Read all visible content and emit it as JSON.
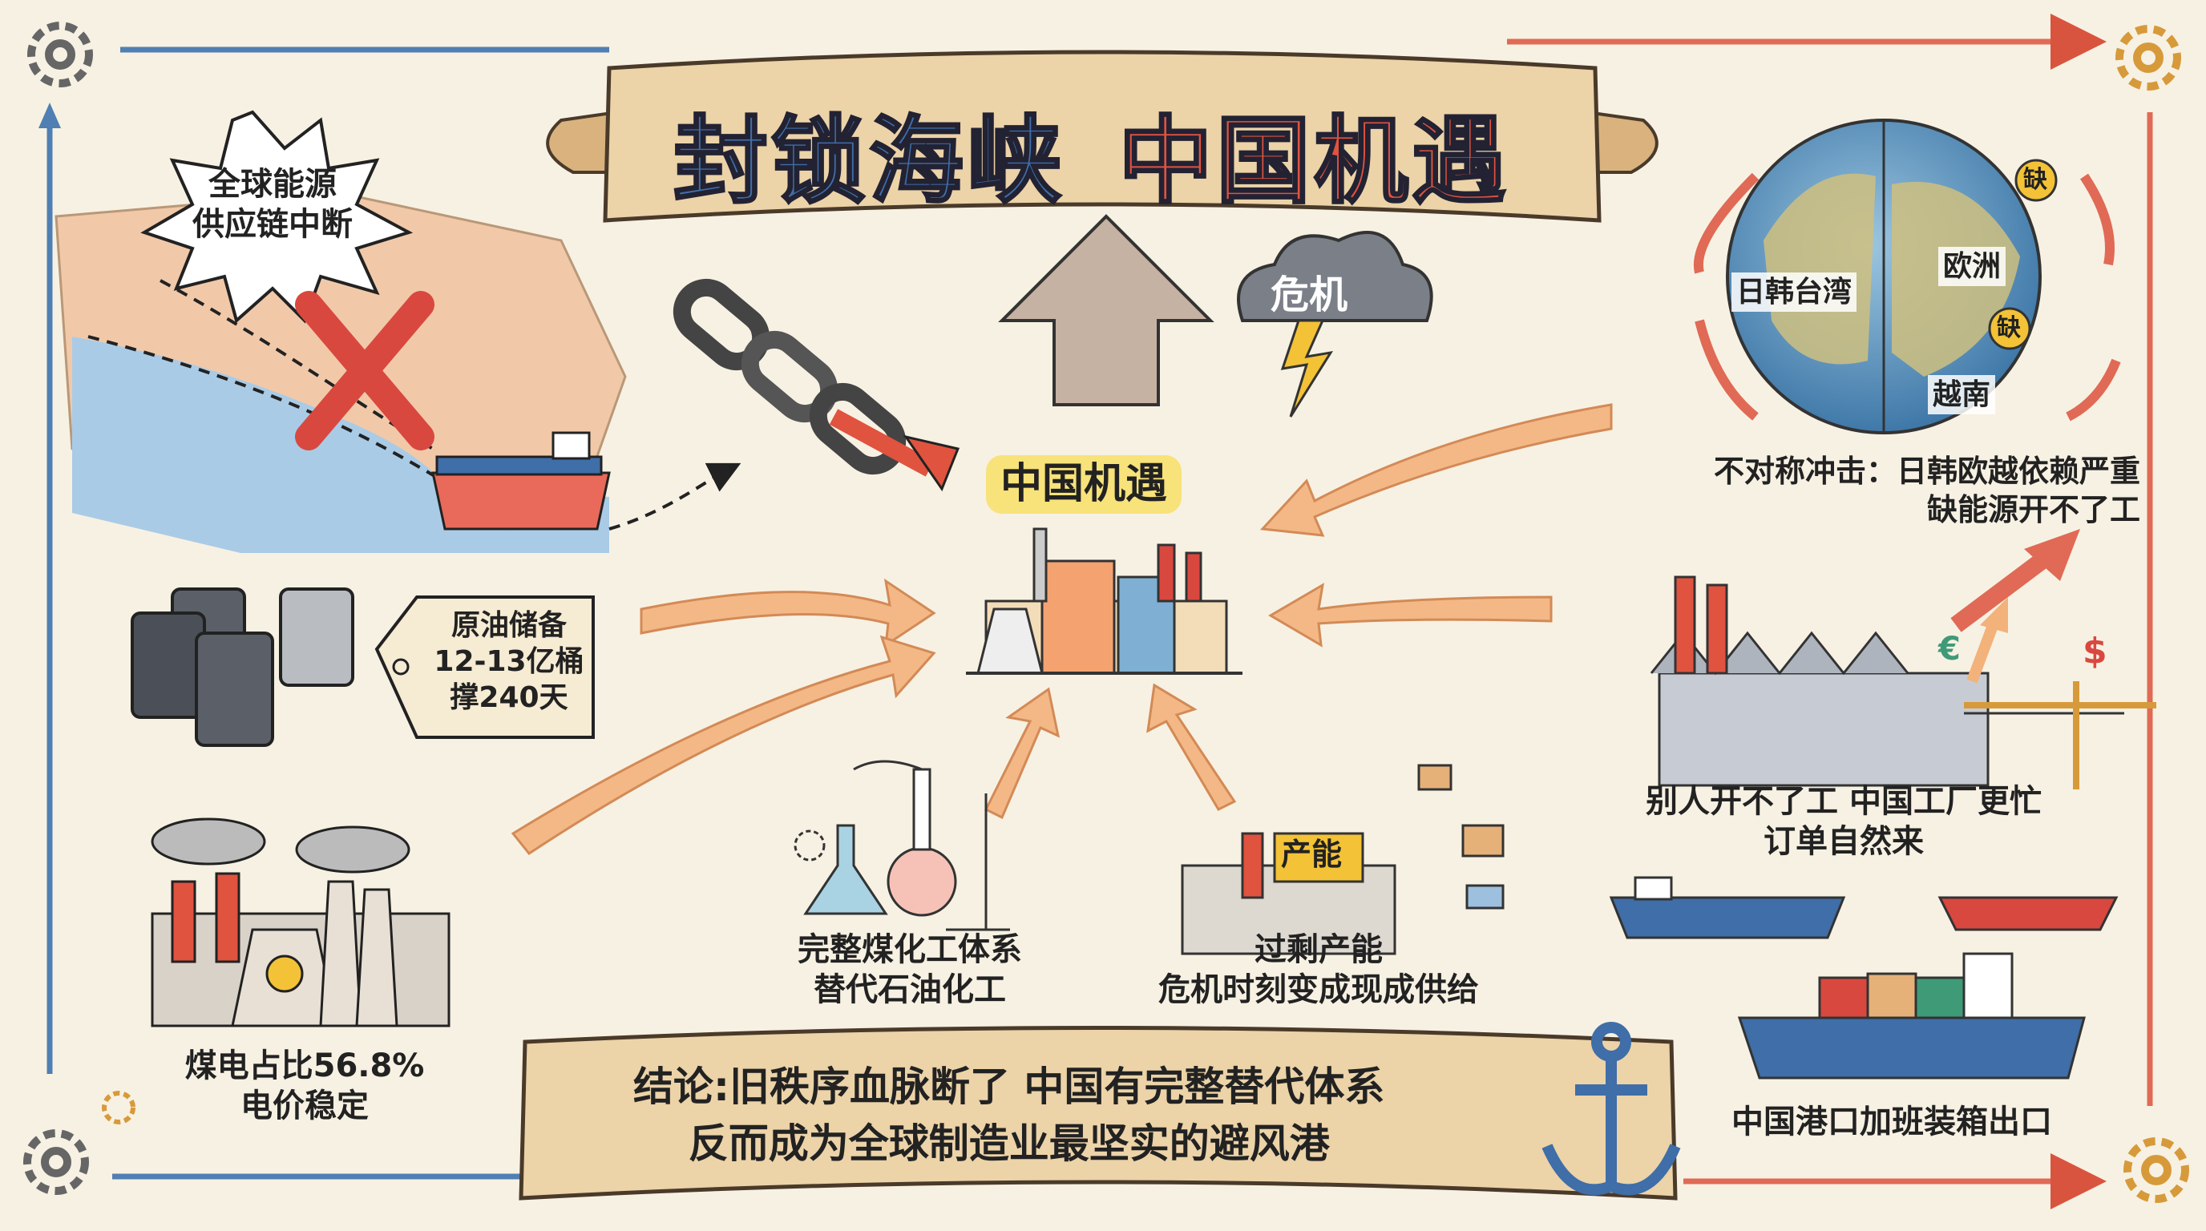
{
  "title": {
    "left": "封锁海峡",
    "right": "中国机遇"
  },
  "burst_label": {
    "line1": "全球能源",
    "line2": "供应链中断"
  },
  "crisis_label": "危机",
  "center_label": "中国机遇",
  "oil_tag": {
    "line1": "原油储备",
    "line2": "12-13亿桶",
    "line3": "撑240天"
  },
  "coal_power": {
    "line1": "煤电占比56.8%",
    "line2": "电价稳定"
  },
  "coal_chem": {
    "line1": "完整煤化工体系",
    "line2": "替代石油化工"
  },
  "capacity": {
    "badge": "产能",
    "line1": "过剩产能",
    "line2": "危机时刻变成现成供给"
  },
  "globe": {
    "left": "日韩台湾",
    "europe": "欧洲",
    "vietnam": "越南",
    "short1": "缺",
    "short2": "缺"
  },
  "asym": {
    "line1": "不对称冲击：日韩欧越依赖严重",
    "line2": "缺能源开不了工"
  },
  "factory_busy": {
    "line1": "别人开不了工  中国工厂更忙",
    "line2": "订单自然来"
  },
  "currency": {
    "euro": "€",
    "dollar": "$"
  },
  "port": "中国港口加班装箱出口",
  "conclusion": {
    "line1": "结论:旧秩序血脉断了  中国有完整替代体系",
    "line2": "反而成为全球制造业最坚实的避风港"
  },
  "colors": {
    "title_blue": "#3f6ea8",
    "title_red": "#e0533f",
    "scroll": "#ecd3a8",
    "arrow_orange": "#f2b27a",
    "arrow_red": "#e86a50"
  }
}
